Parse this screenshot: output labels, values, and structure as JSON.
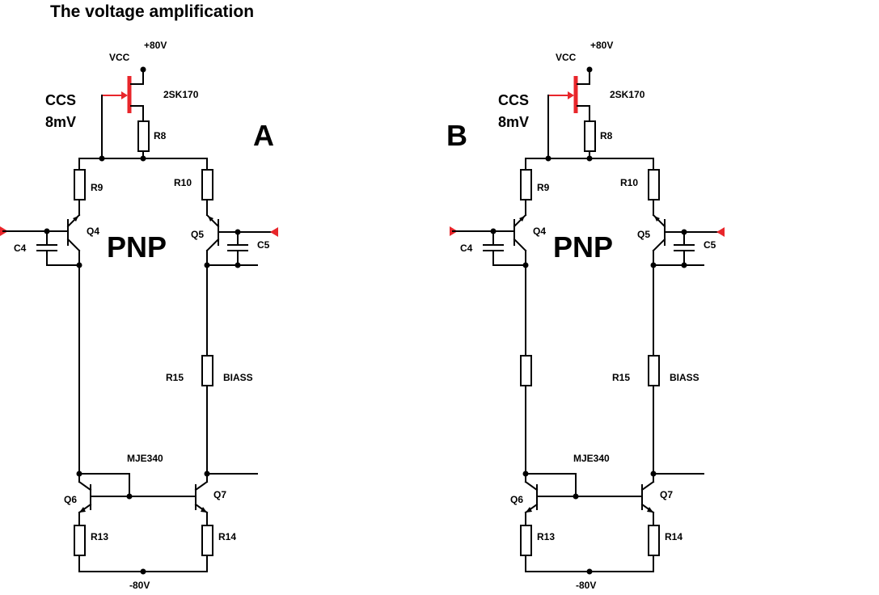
{
  "title": "The voltage  amplification",
  "circuits": [
    {
      "id": "A",
      "letter": "A",
      "type_label": "PNP",
      "ccs_label": "CCS",
      "ccs_level": "8mV",
      "vcc": "VCC",
      "vpos": "+80V",
      "vneg": "-80V",
      "jfet": "2SK170",
      "r8": "R8",
      "r9": "R9",
      "r10": "R10",
      "r13": "R13",
      "r14": "R14",
      "r15": "R15",
      "q4": "Q4",
      "q5": "Q5",
      "q6": "Q6",
      "q7": "Q7",
      "c4": "C4",
      "c5": "C5",
      "mje": "MJE340",
      "bias": "BIASS"
    },
    {
      "id": "B",
      "letter": "B",
      "type_label": "PNP",
      "ccs_label": "CCS",
      "ccs_level": "8mV",
      "vcc": "VCC",
      "vpos": "+80V",
      "vneg": "-80V",
      "jfet": "2SK170",
      "r8": "R8",
      "r9": "R9",
      "r10": "R10",
      "r13": "R13",
      "r14": "R14",
      "r15": "R15",
      "q4": "Q4",
      "q5": "Q5",
      "q6": "Q6",
      "q7": "Q7",
      "c4": "C4",
      "c5": "C5",
      "mje": "MJE340",
      "bias": "BIASS"
    }
  ],
  "colors": {
    "wire": "#000000",
    "input_marker": "#e8262b"
  }
}
